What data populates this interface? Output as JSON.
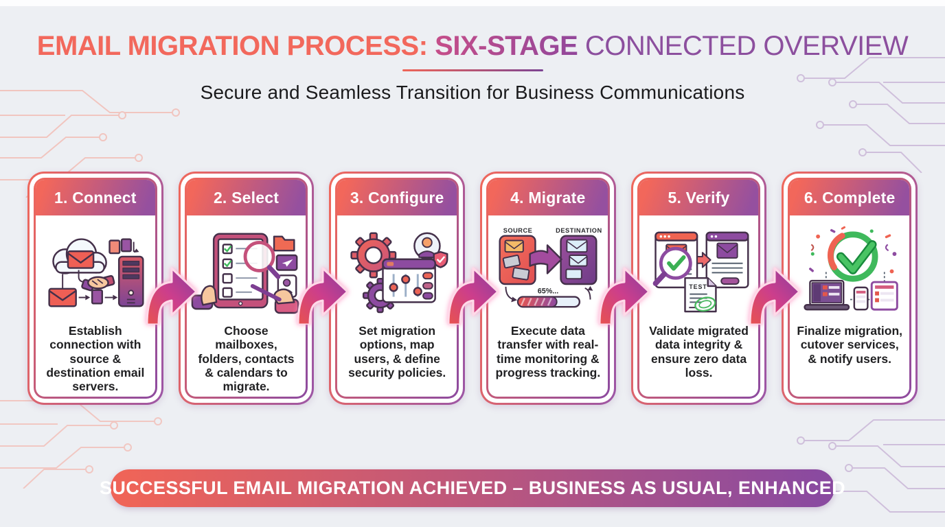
{
  "header": {
    "title_part1": "EMAIL MIGRATION PROCESS:",
    "title_part2": " SIX-STAGE",
    "title_part3": " CONNECTED OVERVIEW",
    "subtitle": "Secure and Seamless Transition for Business Communications"
  },
  "stages": [
    {
      "label": "1. Connect",
      "description": "Establish connection with source & destination email servers.",
      "icon": "cloud-handshake-server-icon"
    },
    {
      "label": "2. Select",
      "description": "Choose mailboxes, folders, contacts & calendars to migrate.",
      "icon": "tablet-checklist-magnifier-icon"
    },
    {
      "label": "3. Configure",
      "description": "Set migration options, map users, & define security policies.",
      "icon": "gears-settings-panel-icon"
    },
    {
      "label": "4. Migrate",
      "description": "Execute data transfer with real-time monitoring & progress tracking.",
      "icon": "source-destination-transfer-icon",
      "source_label": "SOURCE",
      "destination_label": "DESTINATION",
      "progress_label": "65%..."
    },
    {
      "label": "5. Verify",
      "description": "Validate migrated data integrity & ensure zero data loss.",
      "icon": "magnifier-check-windows-icon",
      "document_label": "TEST"
    },
    {
      "label": "6. Complete",
      "description": "Finalize migration, cutover services, & notify users.",
      "icon": "success-check-devices-icon"
    }
  ],
  "banner": {
    "text": "SUCCESSFUL EMAIL MIGRATION ACHIEVED – BUSINESS AS USUAL, ENHANCED"
  },
  "colors": {
    "coral": "#F0655A",
    "purple": "#8D4BA0",
    "magenta": "#B64C98",
    "green": "#3FB95C",
    "background": "#EDEFF3",
    "header_text": "#FFFFFF",
    "body_text": "#212123"
  }
}
